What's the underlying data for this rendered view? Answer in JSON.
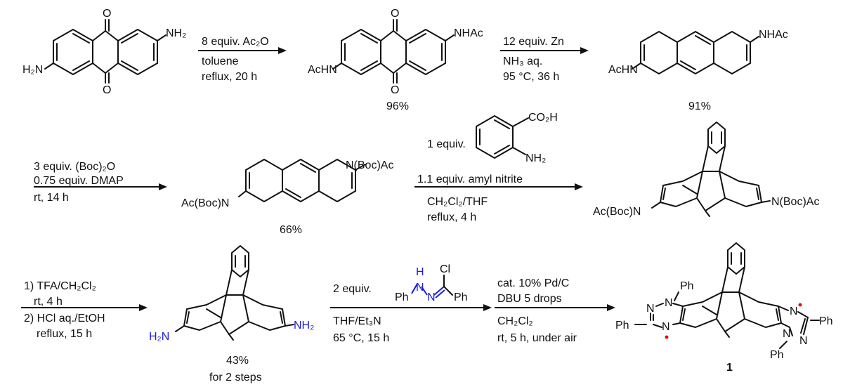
{
  "steps": [
    {
      "conditions": [
        "8 equiv. Ac₂O",
        "toluene",
        "reflux, 20 h"
      ],
      "yield": "96%"
    },
    {
      "conditions": [
        "12 equiv. Zn",
        "NH₃ aq.",
        "95 °C, 36 h"
      ],
      "yield": "91%"
    },
    {
      "conditions": [
        "3 equiv. (Boc)₂O",
        "0.75 equiv. DMAP",
        "rt, 14 h"
      ],
      "yield": "66%"
    },
    {
      "conditions": [
        "1 equiv.",
        "1.1 equiv. amyl nitrite",
        "CH₂Cl₂/THF",
        "reflux, 4 h"
      ]
    },
    {
      "conditions": [
        "1) TFA/CH₂Cl₂",
        "rt, 4 h",
        "2) HCl aq./EtOH",
        "reflux, 15 h"
      ],
      "yield": [
        "43%",
        "for 2 steps"
      ]
    },
    {
      "conditions": [
        "2 equiv.",
        "THF/Et₃N",
        "65 °C, 15 h"
      ]
    },
    {
      "conditions": [
        "cat. 10% Pd/C",
        "DBU 5 drops",
        "CH₂Cl₂",
        "rt, 5 h, under air"
      ]
    }
  ],
  "labels": {
    "nh2": "NH₂",
    "h2n": "H₂N",
    "o": "O",
    "nhac": "NHAc",
    "achn": "AcHN",
    "nbocac": "N(Boc)Ac",
    "acbocn": "Ac(Boc)N",
    "co2h": "CO₂H",
    "ph": "Ph",
    "n": "N",
    "h": "H",
    "cl": "Cl"
  },
  "compound_number": "1"
}
